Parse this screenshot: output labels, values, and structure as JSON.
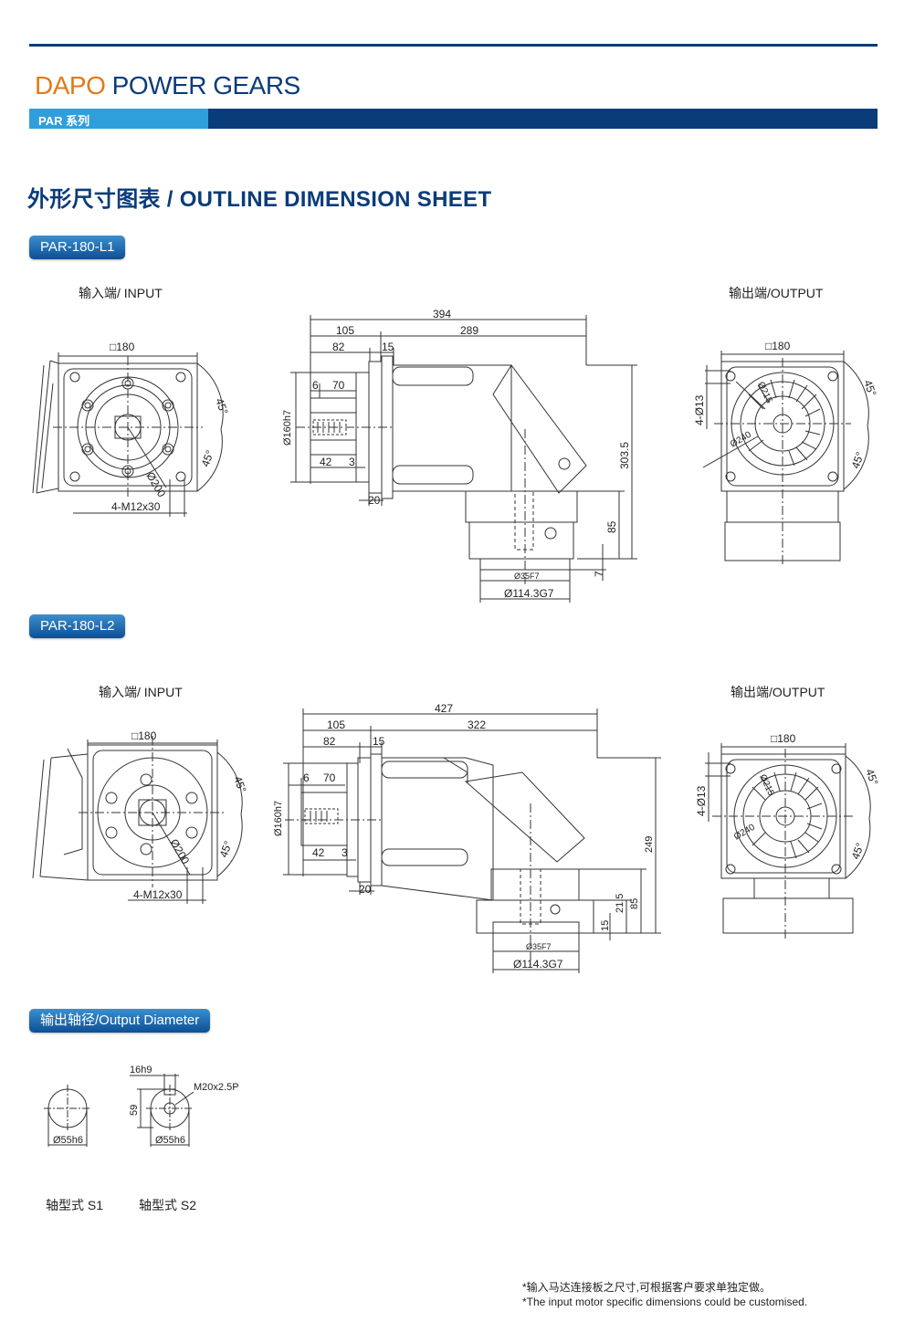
{
  "header": {
    "brand_part1": "DAPO",
    "brand_part2": "POWER GEARS",
    "series": "PAR 系列",
    "colors": {
      "navy": "#0b3c7a",
      "orange": "#e07a1a",
      "light_blue": "#2f9fdb"
    }
  },
  "title": "外形尺寸图表 / OUTLINE DIMENSION SHEET",
  "model1": {
    "tag": "PAR-180-L1",
    "input_label": "输入端/ INPUT",
    "output_label": "输出端/OUTPUT",
    "dims": {
      "input_square": "□180",
      "angle_a": "45°",
      "angle_b": "45°",
      "pcd": "Ø200",
      "bolts": "4-M12x30",
      "total_len": "394",
      "len_105": "105",
      "len_289": "289",
      "len_82": "82",
      "len_15": "15",
      "len_6": "6",
      "len_70": "70",
      "pilot": "Ø160h7",
      "len_42": "42",
      "len_3": "3",
      "len_20": "20",
      "height_total": "303.5",
      "height_85": "85",
      "height_7": "7",
      "shaft_bore": "Ø35F7",
      "flange_bore": "Ø114.3G7",
      "output_square": "□180",
      "holes": "4-Ø13",
      "dia_215": "Ø215",
      "dia_240": "Ø240",
      "out_angle_a": "45°",
      "out_angle_b": "45°"
    }
  },
  "model2": {
    "tag": "PAR-180-L2",
    "input_label": "输入端/ INPUT",
    "output_label": "输出端/OUTPUT",
    "dims": {
      "input_square": "□180",
      "angle_a": "45°",
      "angle_b": "45°",
      "pcd": "Ø200",
      "bolts": "4-M12x30",
      "total_len": "427",
      "len_105": "105",
      "len_322": "322",
      "len_82": "82",
      "len_15": "15",
      "len_6": "6",
      "len_70": "70",
      "pilot": "Ø160h7",
      "len_42": "42",
      "len_3": "3",
      "len_20": "20",
      "height_total": "249",
      "height_85": "85",
      "height_21_5": "21.5",
      "height_15": "15",
      "shaft_bore": "Ø35F7",
      "flange_bore": "Ø114.3G7",
      "output_square": "□180",
      "holes": "4-Ø13",
      "dia_215": "Ø215",
      "dia_240": "Ø240",
      "out_angle_a": "45°",
      "out_angle_b": "45°"
    }
  },
  "output_diameter": {
    "tag": "输出轴径/Output Diameter",
    "s1_dia": "Ø55h6",
    "s2_dia": "Ø55h6",
    "s2_key": "16h9",
    "s2_thread": "M20x2.5P",
    "s2_height": "59",
    "s1_label": "轴型式 S1",
    "s2_label": "轴型式 S2"
  },
  "footer": {
    "note_cn": "*输入马达连接板之尺寸,可根据客户要求单独定做。",
    "note_en": "*The input motor specific dimensions could be customised."
  }
}
